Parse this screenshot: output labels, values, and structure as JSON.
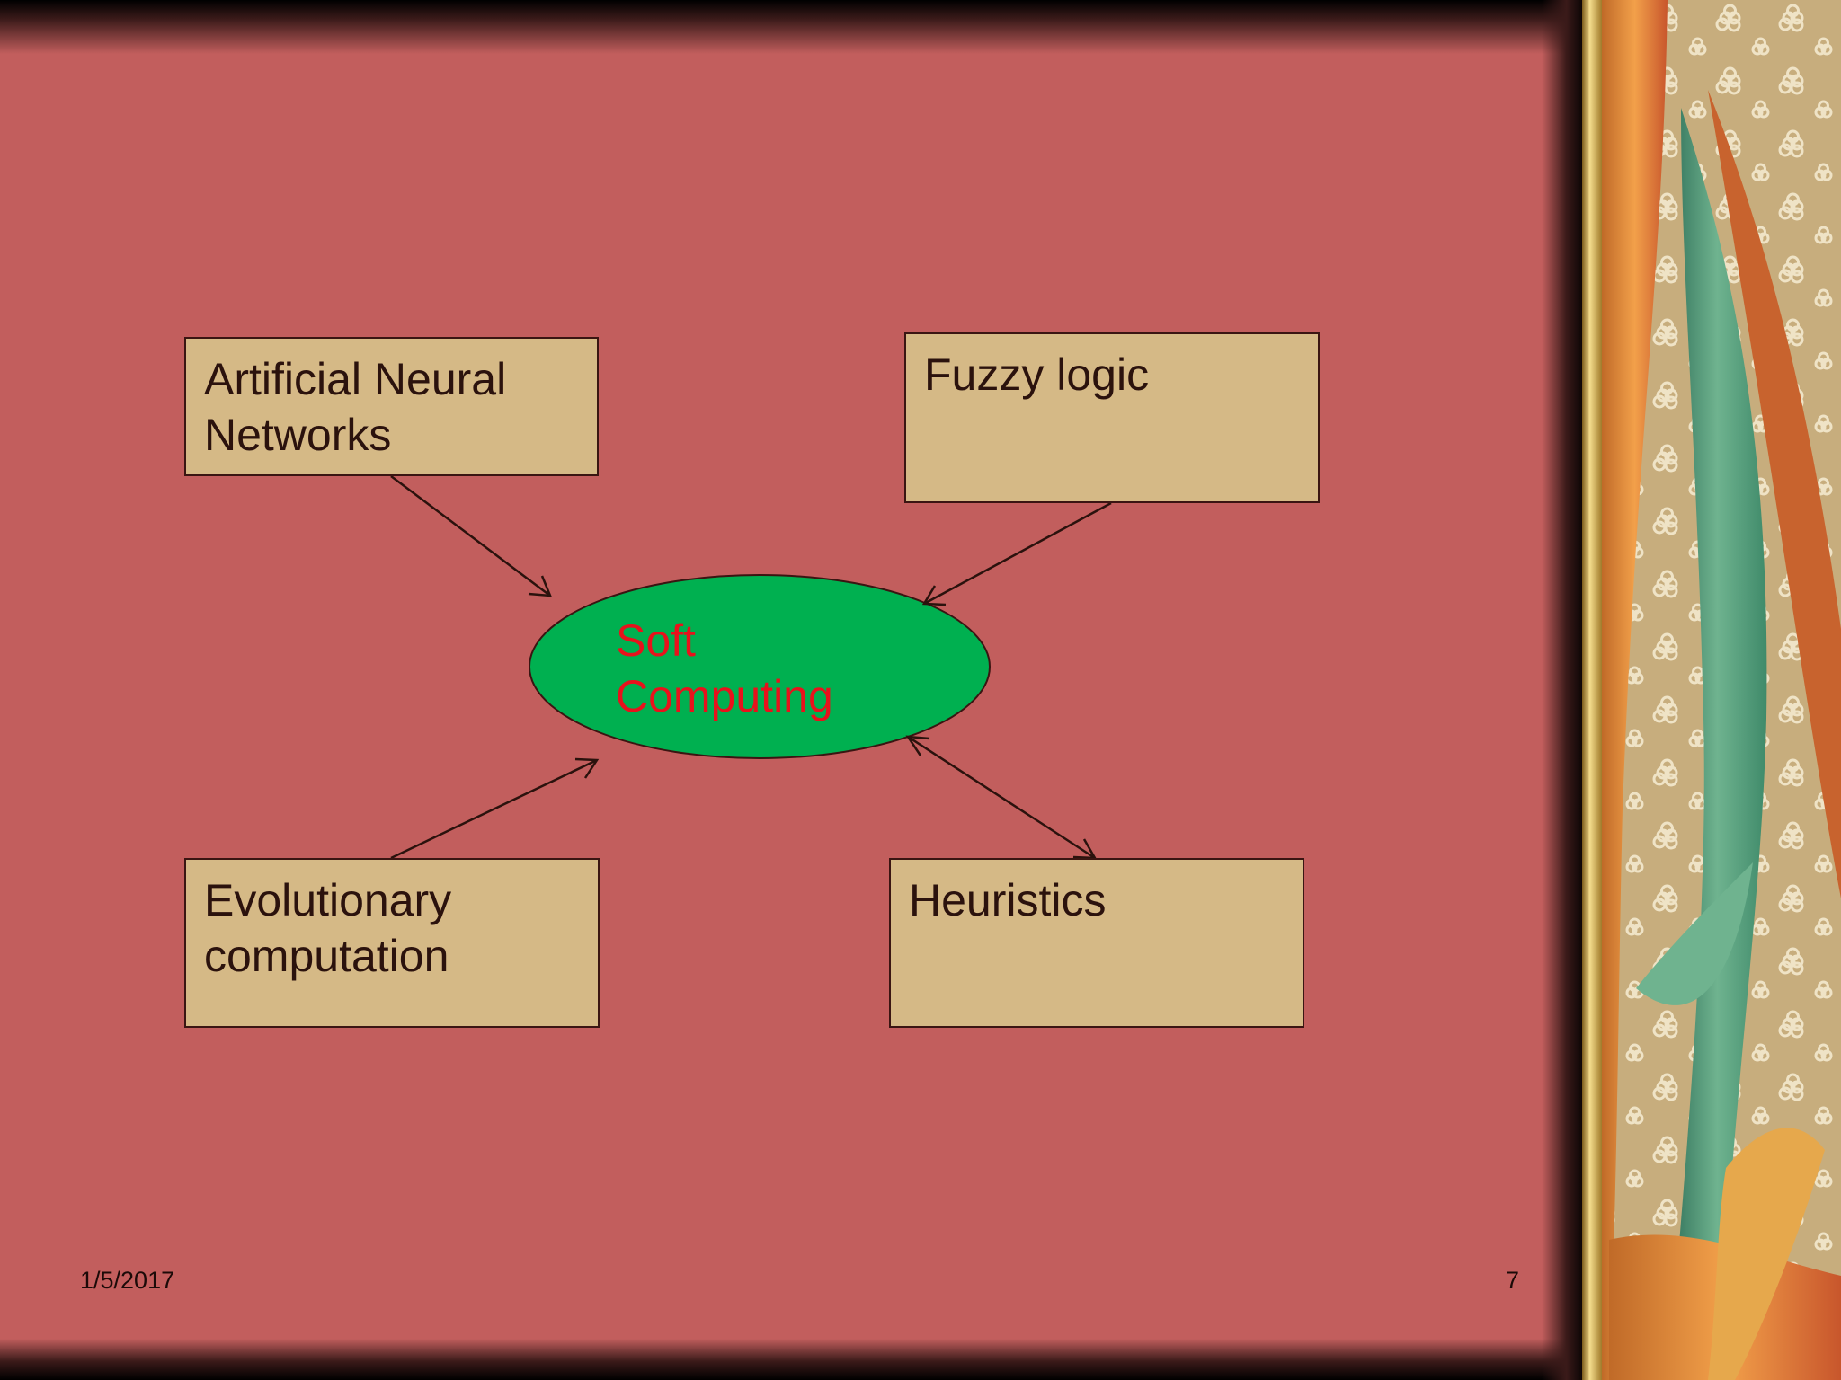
{
  "diagram": {
    "center_label_line1": "Soft",
    "center_label_line2": "Computing",
    "nodes": {
      "ann": {
        "line1": "Artificial Neural",
        "line2": "Networks"
      },
      "fuzzy": {
        "line1": "Fuzzy logic"
      },
      "evolutionary": {
        "line1": "Evolutionary",
        "line2": "computation"
      },
      "heuristics": {
        "line1": "Heuristics"
      }
    }
  },
  "footer": {
    "date": "1/5/2017",
    "page_number": "7"
  },
  "colors": {
    "background": "#c25e5d",
    "box_fill": "#d5b986",
    "ellipse_fill": "#00b050",
    "center_text": "#e8121c"
  }
}
